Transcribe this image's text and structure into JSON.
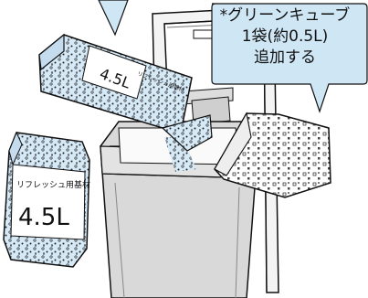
{
  "callout": {
    "line1": "*グリーンキューブ",
    "line2": "1袋(約0.5L)",
    "line3": "追加する"
  },
  "front_bag": {
    "label": "リフレッシュ用基材",
    "volume": "4.5L"
  },
  "pouring_bag": {
    "label": "リフレッシュ用基材",
    "volume": "4.5L"
  },
  "colors": {
    "callout_fill": "#cfe6f5",
    "granule_fill": "#d6e9f7",
    "outline": "#111111"
  },
  "icons": [
    "lid-icon",
    "bin-icon",
    "bag-icon",
    "sachet-icon"
  ]
}
